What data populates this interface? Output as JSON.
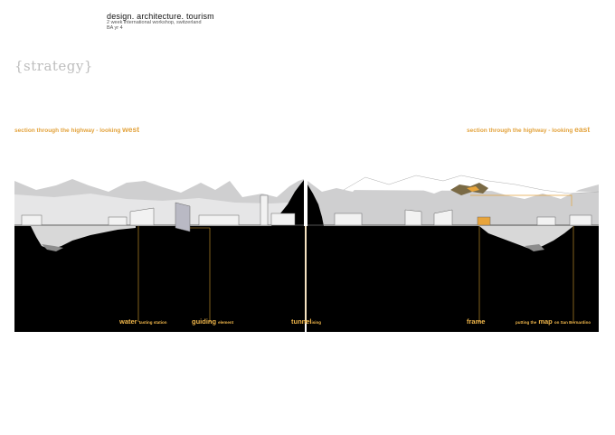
{
  "header": {
    "title": "design. architecture. tourism",
    "subtitle": "2 week international workshop, switzerland",
    "course": "BA yr 4"
  },
  "strategy_label": "{strategy}",
  "sections": {
    "left": {
      "prefix": "section  through the highway - looking",
      "direction": "west"
    },
    "right": {
      "prefix": "section  through the highway - looking",
      "direction": "east"
    }
  },
  "labels": {
    "water": {
      "main": "water",
      "detail": "tasting station"
    },
    "guiding": {
      "main": "guiding",
      "detail": "element"
    },
    "tunnel": {
      "main": "tunnel",
      "detail": "ising"
    },
    "frame": {
      "main": "frame",
      "detail": ""
    },
    "map": {
      "before": "putting the",
      "main": "map",
      "after": "on San Bernardino"
    }
  },
  "colors": {
    "accent": "#e3a33d",
    "label": "#f0b64a",
    "ground": "#000000",
    "mountain": "#cfcfd0"
  }
}
